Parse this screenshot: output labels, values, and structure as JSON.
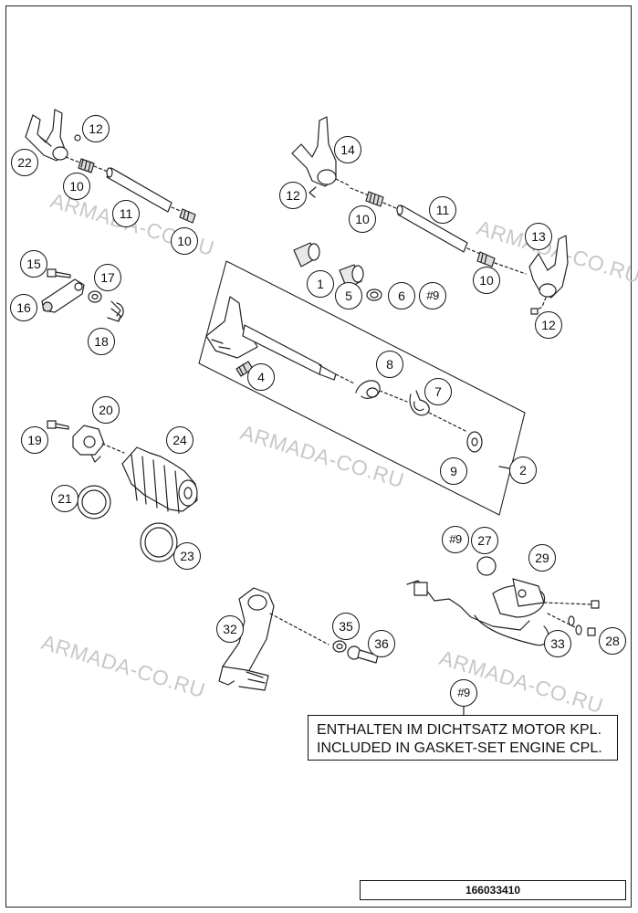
{
  "watermarks": [
    "ARMADA-CO.RU",
    "ARMADA-CO.RU",
    "ARMADA-CO.RU",
    "ARMADA-CO.RU",
    "ARMADA-CO.RU"
  ],
  "callouts": {
    "c12a": "12",
    "c22": "22",
    "c10a": "10",
    "c11a": "11",
    "c10b": "10",
    "c14": "14",
    "c12b": "12",
    "c10c": "10",
    "c11b": "11",
    "c13": "13",
    "c10d": "10",
    "c12c": "12",
    "c15": "15",
    "c17": "17",
    "c16": "16",
    "c18": "18",
    "c1": "1",
    "c5": "5",
    "c6": "6",
    "c9hash": "#9",
    "c4": "4",
    "c8": "8",
    "c7": "7",
    "c9": "9",
    "c2": "2",
    "c20": "20",
    "c19": "19",
    "c24": "24",
    "c21": "21",
    "c23": "23",
    "c9hash2": "#9",
    "c27": "27",
    "c29": "29",
    "c33": "33",
    "c28": "28",
    "c32": "32",
    "c35": "35",
    "c36": "36",
    "c9hash3": "#9"
  },
  "note": {
    "line1": "ENTHALTEN IM DICHTSATZ MOTOR KPL.",
    "line2": "INCLUDED IN GASKET-SET ENGINE CPL."
  },
  "footer": {
    "code": "166033410"
  }
}
